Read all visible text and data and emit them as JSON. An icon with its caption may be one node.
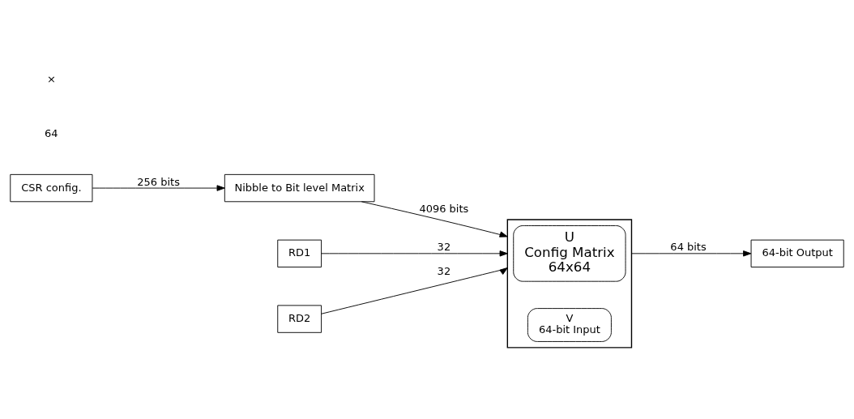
{
  "diagram": {
    "nodes": [
      {
        "text": [
          "CSR config."
        ]
      },
      {
        "text": [
          "Nibble to Bit level Matrix"
        ]
      },
      {
        "text": [
          "RD1"
        ]
      },
      {
        "text": [
          "RD2"
        ]
      },
      {
        "text": [],
        "shape": "box"
      },
      {
        "text": [
          "U",
          "Config Matrix",
          "64x64"
        ],
        "in": 4
      },
      {
        "text": [
          "V",
          "64-bit Input"
        ],
        "in": 4
      },
      {
        "text": [
          "64-bit Output"
        ]
      }
    ],
    "edges": [
      {
        "from": 0,
        "to": 1,
        "arrow": "to",
        "label": "256 bits"
      },
      {
        "from": 1,
        "to": 4,
        "arrow": "to",
        "label": "4096 bits"
      },
      {
        "from": 2,
        "to": 4,
        "arrow": "to",
        "label": "32"
      },
      {
        "from": 3,
        "to": 4,
        "arrow": "to",
        "label": "32"
      },
      {
        "from": 4,
        "to": 7,
        "arrow": "to",
        "label": "64 bits"
      }
    ],
    "labels": [
      "64",
      "×"
    ]
  }
}
